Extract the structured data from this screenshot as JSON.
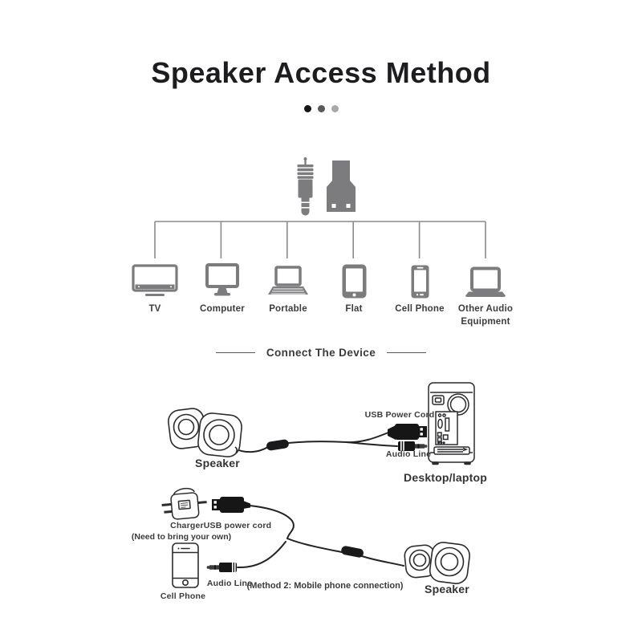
{
  "page": {
    "title": "Speaker Access Method"
  },
  "carousel": {
    "dots": [
      "#161618",
      "#59595b",
      "#a8a8aa"
    ]
  },
  "colors": {
    "icon_gray": "#7c7c7e",
    "tree_line": "#8a8a8c",
    "line_art": "#2c2c2e",
    "connector_black": "#161616"
  },
  "icons": {
    "audio-jack-icon": "3.5mm audio plug silhouette",
    "usb-plug-icon": "USB plug silhouette",
    "tv-icon": "widescreen TV",
    "computer-icon": "desktop monitor",
    "portable-icon": "open laptop",
    "flat-icon": "tablet",
    "cell-phone-icon": "smartphone",
    "other-audio-icon": "laptop / audio device",
    "speaker-art": "round stereo speakers sketch",
    "desktop-tower-art": "PC tower rear sketch",
    "charger-art": "wall charger sketch",
    "phone-art": "smartphone sketch",
    "volume-pod-art": "inline volume control"
  },
  "devices": {
    "items": [
      {
        "label": "TV"
      },
      {
        "label": "Computer"
      },
      {
        "label": "Portable"
      },
      {
        "label": "Flat"
      },
      {
        "label": "Cell Phone"
      },
      {
        "label": "Other Audio Equipment"
      }
    ]
  },
  "section": {
    "title": "Connect The Device"
  },
  "diagram1": {
    "speaker_label": "Speaker",
    "usb_label": "USB Power Cord",
    "audio_label": "Audio Line",
    "device_label": "Desktop/laptop"
  },
  "diagram2": {
    "charger_label": "Charger",
    "charger_note": "(Need to bring your own)",
    "usb_label": "USB power cord",
    "audio_label": "Audio Line",
    "phone_label": "Cell Phone",
    "method_note": "(Method 2: Mobile phone connection)",
    "speaker_label": "Speaker"
  }
}
